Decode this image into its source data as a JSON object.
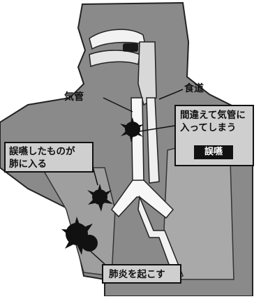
{
  "labels": {
    "trachea": "気管",
    "esophagus": "食道"
  },
  "callouts": {
    "wrong_way": {
      "line1": "間違えて気管に",
      "line2": "入ってしまう",
      "badge": "誤嚥"
    },
    "into_lungs": {
      "line1": "誤嚥したものが",
      "line2": "肺に入る"
    },
    "pneumonia": {
      "text": "肺炎を起こす"
    }
  }
}
